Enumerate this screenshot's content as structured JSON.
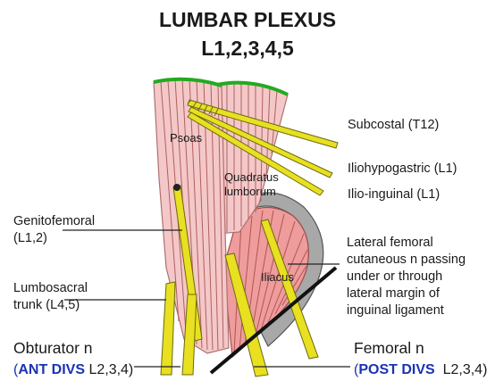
{
  "title": "LUMBAR PLEXUS",
  "subtitle": "L1,2,3,4,5",
  "muscles": {
    "psoas": "Psoas",
    "quadratus_1": "Quadratus",
    "quadratus_2": "lumborum",
    "iliacus": "Iliacus"
  },
  "labels": {
    "subcostal": "Subcostal (T12)",
    "iliohypogastric": "Iliohypogastric (L1)",
    "ilioinguinal": "Ilio-inguinal (L1)",
    "genitofemoral_1": "Genitofemoral",
    "genitofemoral_2": "(L1,2)",
    "lumbosacral_1": "Lumbosacral",
    "lumbosacral_2": "trunk (L4,5)",
    "lateral_fem_1": "Lateral femoral",
    "lateral_fem_2": "cutaneous n passing",
    "lateral_fem_3": "under or through",
    "lateral_fem_4": "lateral margin of",
    "lateral_fem_5": "inguinal ligament",
    "obturator": "Obturator n",
    "obturator_paren_open": "(",
    "obturator_div": "ANT DIVS",
    "obturator_levels": " L2,3,4)",
    "femoral": "Femoral n",
    "femoral_paren_open": "(",
    "femoral_div": "POST DIVS",
    "femoral_levels": "  L2,3,4)"
  },
  "colors": {
    "muscle": "#f4c8c8",
    "muscle_stroke": "#b07070",
    "fiber": "#b06060",
    "iliacus": "#ef9c9c",
    "nerve": "#e8e020",
    "nerve_stroke": "#6a6a10",
    "ligament_border": "#9a9a9a",
    "origin": "#22aa22",
    "accent": "#1a33b5"
  }
}
